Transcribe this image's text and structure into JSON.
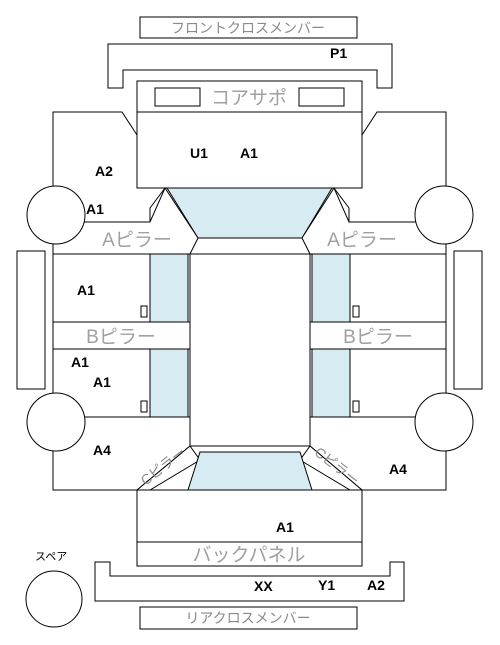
{
  "colors": {
    "outline": "#000000",
    "glass": "#d7ebf3",
    "label_gray": "#a0a0a0"
  },
  "parts": {
    "front_cross_member": "フロントクロスメンバー",
    "core_support": "コアサポ",
    "a_pillar_left": "Aピラー",
    "a_pillar_right": "Aピラー",
    "b_pillar_left": "Bピラー",
    "b_pillar_right": "Bピラー",
    "c_pillar_left": "Cピラー",
    "c_pillar_right": "Cピラー",
    "back_panel": "バックパネル",
    "rear_cross_member": "リアクロスメンバー",
    "spare": "スペア"
  },
  "codes": {
    "front_member": "P1",
    "core_u": "U1",
    "core_a": "A1",
    "front_left_fender": "A2",
    "front_left_wheel": "A1",
    "front_left_door": "A1",
    "rear_left_door_top": "A1",
    "rear_left_door": "A1",
    "rear_left_quarter": "A4",
    "rear_right_quarter": "A4",
    "back_panel": "A1",
    "rear_member_xx": "XX",
    "rear_member_y": "Y1",
    "rear_member_a": "A2"
  }
}
